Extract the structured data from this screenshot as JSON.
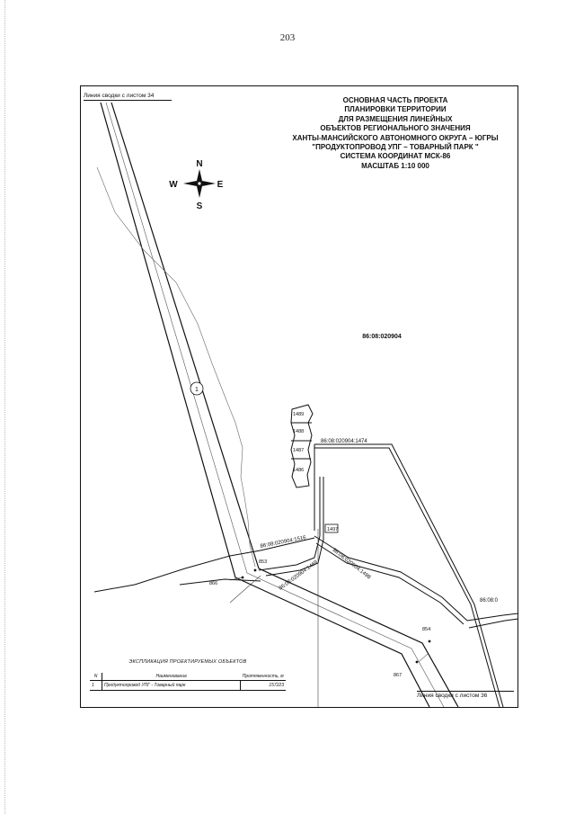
{
  "page_number": "203",
  "title_lines": [
    "ОСНОВНАЯ ЧАСТЬ ПРОЕКТА",
    "ПЛАНИРОВКИ ТЕРРИТОРИИ",
    "ДЛЯ РАЗМЕЩЕНИЯ ЛИНЕЙНЫХ",
    "ОБЪЕКТОВ РЕГИОНАЛЬНОГО ЗНАЧЕНИЯ",
    "ХАНТЫ-МАНСИЙСКОГО АВТОНОМНОГО ОКРУГА – ЮГРЫ",
    "\"ПРОДУКТОПРОВОД УПГ – ТОВАРНЫЙ ПАРК \"",
    "СИСТЕМА КООРДИНАТ МСК-86",
    "МАСШТАБ 1:10 000"
  ],
  "sheet_links": {
    "top": "Линия сводки с листом 34",
    "bottom": "Линия сводки с листом 36"
  },
  "compass": {
    "n": "N",
    "s": "S",
    "w": "W",
    "e": "E"
  },
  "map_labels": {
    "quarter": "86:08:020904",
    "parcel_1474": "86:08:020904:1474",
    "parcel_1516": "86:08:020904:1516",
    "parcel_1469": "86:08:020904:1469",
    "parcel_1498": "86:08:020904:1498",
    "parcel_edge": "86:08:0",
    "lot_1489": "1489",
    "lot_1488": "1488",
    "lot_1487": "1487",
    "lot_1486": "1486",
    "lot_1497": "1497",
    "pt_853": "853",
    "pt_866": "866",
    "pt_854": "854",
    "pt_867": "867",
    "object_marker": "1"
  },
  "explication": {
    "title": "ЭКСПЛИКАЦИЯ ПРОЕКТИРУЕМЫХ ОБЪЕКТОВ",
    "headers": {
      "num": "N",
      "name": "Наименование",
      "length": "Протяженность, м"
    },
    "rows": [
      {
        "num": "1",
        "name": "Продуктопровод УПГ - Товарный парк",
        "length": "157223"
      }
    ]
  },
  "colors": {
    "line": "#111111",
    "thin": "#444444",
    "background": "#ffffff"
  }
}
